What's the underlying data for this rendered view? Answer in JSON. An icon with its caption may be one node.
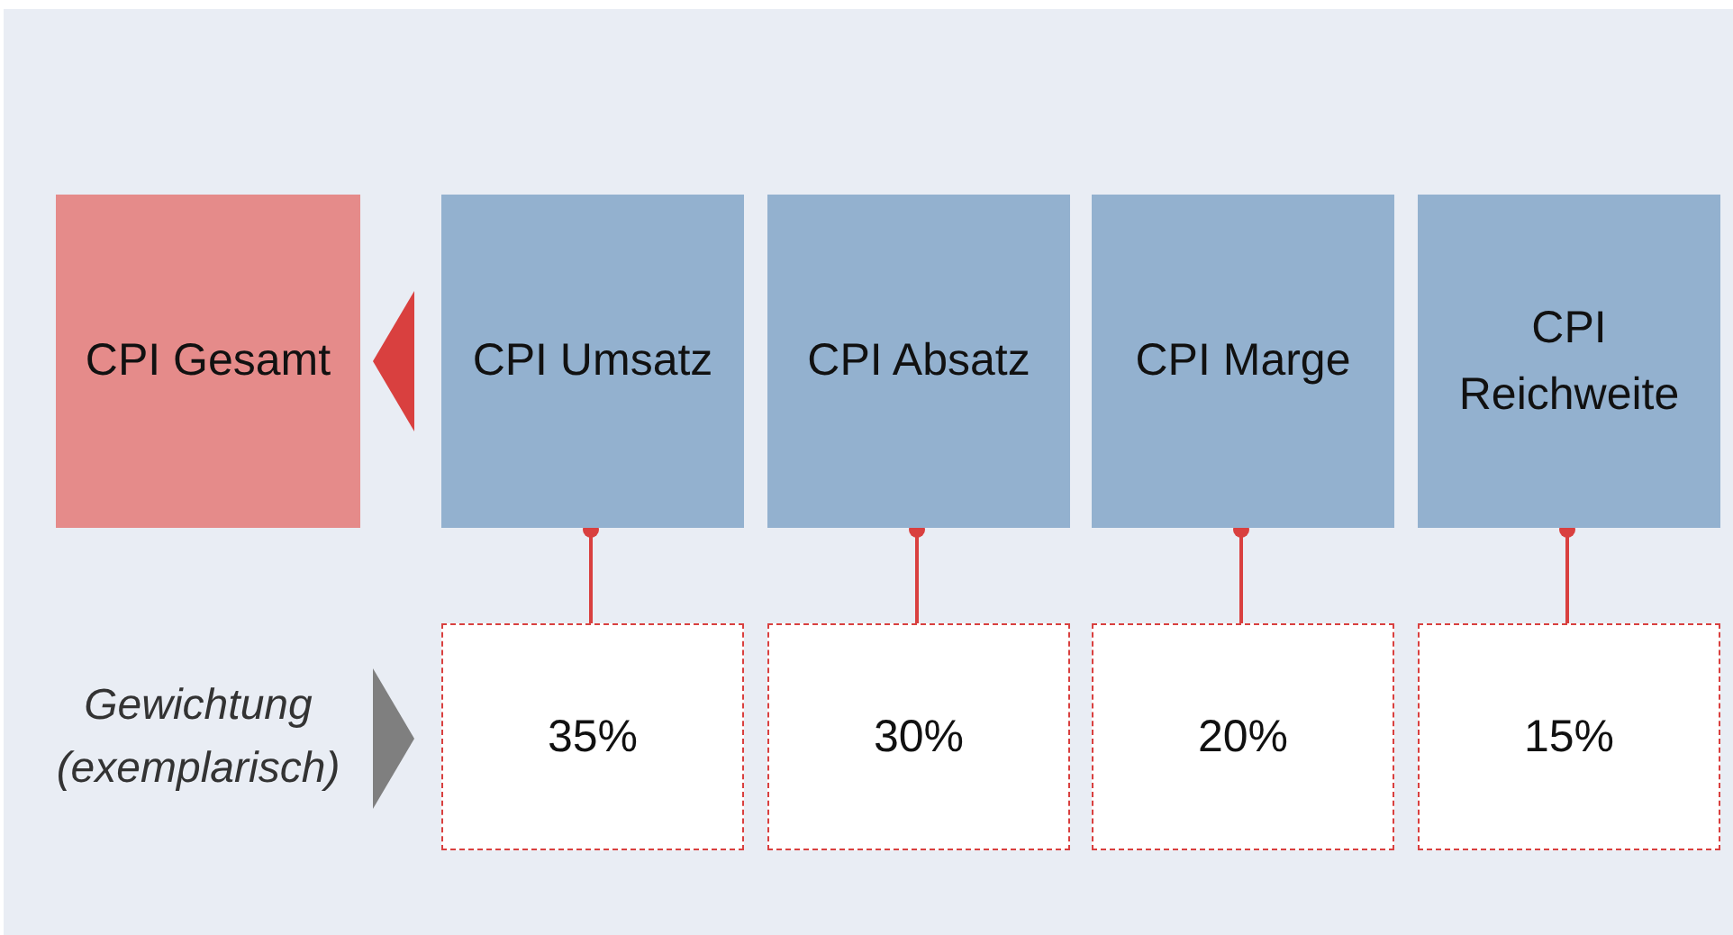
{
  "diagram": {
    "nodes": [
      {
        "text": [
          "CPI Gesamt"
        ]
      },
      {
        "text": [
          "CPI Umsatz"
        ]
      },
      {
        "text": [
          "CPI Absatz"
        ]
      },
      {
        "text": [
          "CPI Marge"
        ]
      },
      {
        "text": [
          "CPI Reichweite"
        ]
      },
      {
        "text": [
          "Gewichtung (exemplarisch)"
        ]
      },
      {
        "text": [
          "35%"
        ]
      },
      {
        "text": [
          "30%"
        ]
      },
      {
        "text": [
          "20%"
        ]
      },
      {
        "text": [
          "15%"
        ]
      }
    ],
    "edges": [
      {
        "from": 1,
        "to": 0,
        "arrow": "to"
      },
      {
        "from": 5,
        "to": 6,
        "arrow": "to",
        "color": "#7f7f7f"
      },
      {
        "from": 1,
        "to": 6,
        "arrow": "other"
      },
      {
        "from": 2,
        "to": 7,
        "arrow": "other"
      },
      {
        "from": 3,
        "to": 8,
        "arrow": "other"
      },
      {
        "from": 4,
        "to": 9,
        "arrow": "other"
      }
    ]
  }
}
